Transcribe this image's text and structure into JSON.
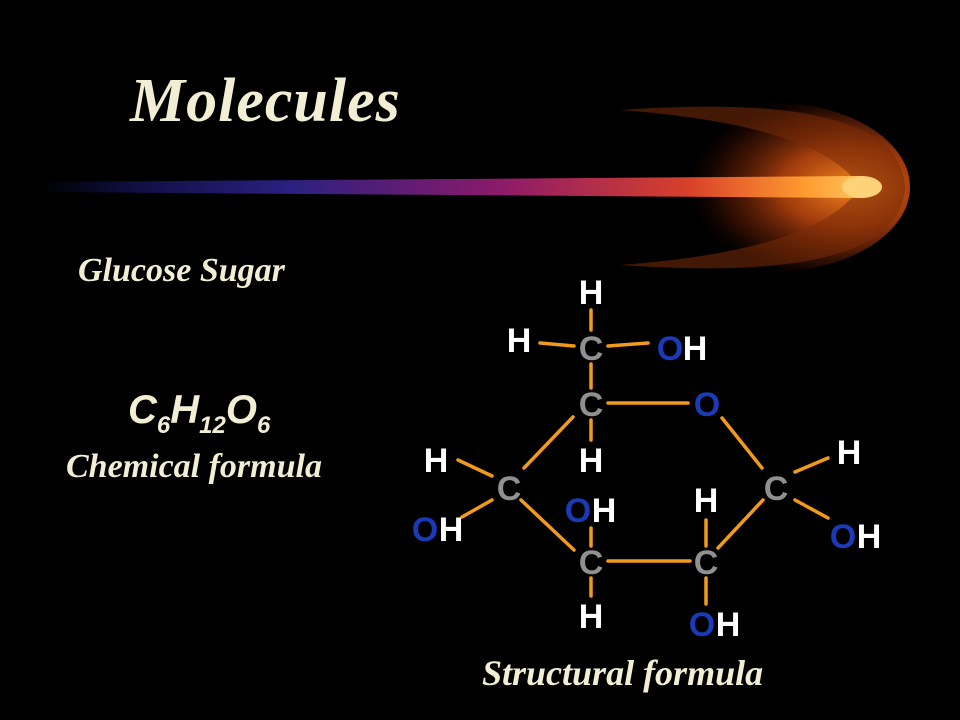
{
  "slide": {
    "title": "Molecules",
    "name_label": "Glucose Sugar",
    "chemical": {
      "symbols": [
        "C",
        "H",
        "O"
      ],
      "subscripts": [
        "6",
        "12",
        "6"
      ],
      "caption": "Chemical formula"
    },
    "structural_caption": "Structural formula"
  },
  "molecule": {
    "ring_carbon": "C",
    "ring_oxygen": "O",
    "hydrogen": "H",
    "hydroxyl_o": "O",
    "hydroxyl_h": "H"
  },
  "colors": {
    "background": "#000000",
    "text": "#f2eed4",
    "carbon": "#909090",
    "oxygen": "#1a3ab8",
    "hydrogen": "#ffffff",
    "bond": "#f29a1c"
  }
}
